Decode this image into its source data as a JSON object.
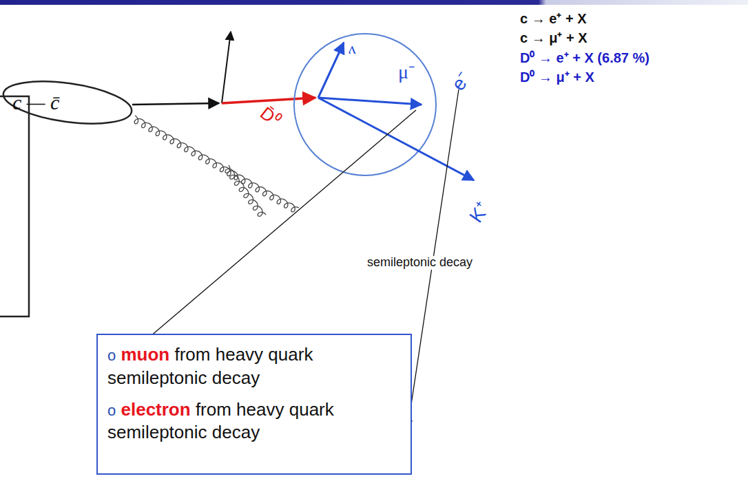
{
  "diagram": {
    "nodes": [
      {
        "text": [
          "c — c̄"
        ]
      },
      {
        "text": [
          "o muon from heavy quark semileptonic decay",
          "o electron from heavy quark semileptonic decay"
        ]
      }
    ],
    "labels": [
      "D̄⁰",
      "ν",
      "μ⁻",
      "e⁻",
      "K⁺",
      "c → e⁺ + X",
      "c → μ⁺ + X",
      "D⁰ → e⁺ + X (6.87 %)",
      "D⁰ → μ⁺ + X",
      "semileptonic decay"
    ]
  }
}
